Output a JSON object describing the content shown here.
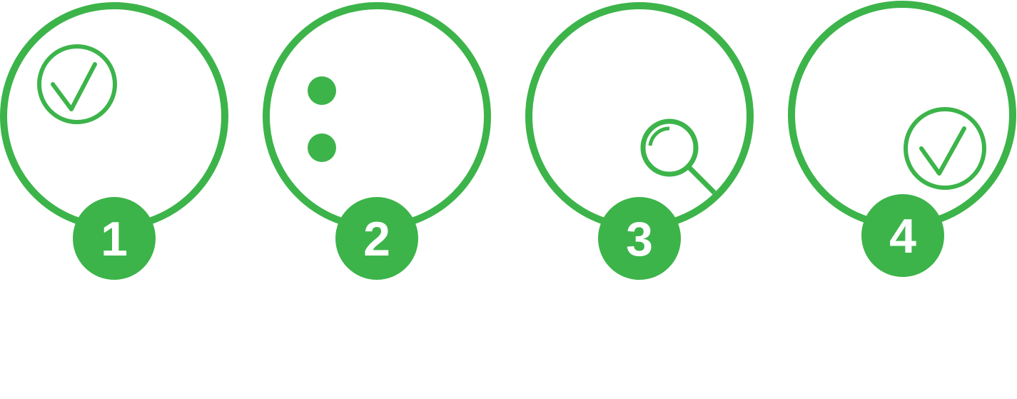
{
  "colors": {
    "accent": "#3cb44a",
    "background": "#ffffff",
    "number_text": "#ffffff"
  },
  "steps": [
    {
      "number": "1",
      "icon": "check-circle-icon"
    },
    {
      "number": "2",
      "icon": "two-dots-icon"
    },
    {
      "number": "3",
      "icon": "magnifier-icon"
    },
    {
      "number": "4",
      "icon": "check-circle-icon"
    }
  ]
}
